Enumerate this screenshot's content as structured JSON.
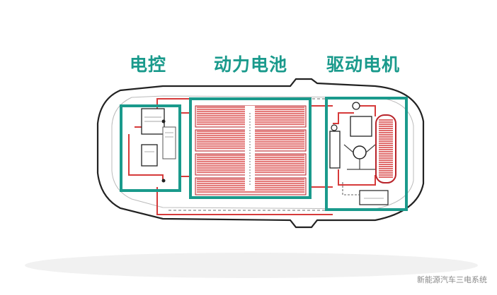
{
  "labels": {
    "controller": "电控",
    "battery": "动力电池",
    "motor": "驱动电机"
  },
  "watermark": "新能源汽车三电系统",
  "colors": {
    "accent": "#1a9a8c",
    "wire_red": "#d63a3a",
    "outline": "#222222"
  }
}
